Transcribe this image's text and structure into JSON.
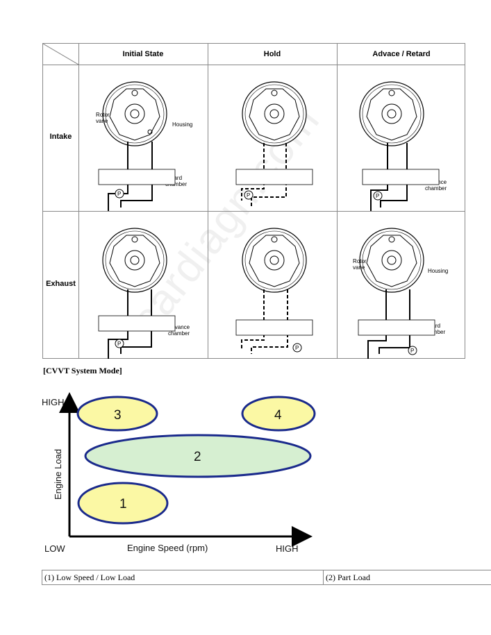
{
  "table": {
    "columns": [
      "Initial State",
      "Hold",
      "Advace / Retard"
    ],
    "rows": [
      "Intake",
      "Exhaust"
    ],
    "diagram_labels": {
      "intake_initial": [
        "Rotor",
        "vane",
        "Housing",
        "Retard",
        "chamber"
      ],
      "intake_advance": [
        "Advance",
        "chamber"
      ],
      "exhaust_initial": [
        "Advance",
        "chamber"
      ],
      "exhaust_advance": [
        "Rotor",
        "vane",
        "Housing",
        "Retard",
        "chamber"
      ],
      "pump_label": "P"
    }
  },
  "section_title": "[CVVT System Mode]",
  "mode_chart": {
    "y_high": "HIGH",
    "y_low": "LOW",
    "y_axis_label": "Engine Load",
    "x_axis_label": "Engine Speed (rpm)",
    "x_high": "HIGH",
    "regions": [
      {
        "id": "1",
        "color": "#fbf8a4"
      },
      {
        "id": "2",
        "color": "#d6efd1"
      },
      {
        "id": "3",
        "color": "#fbf8a4"
      },
      {
        "id": "4",
        "color": "#fbf8a4"
      }
    ],
    "outline_color": "#1a2a8c"
  },
  "bottom_table": {
    "cells": [
      "(1) Low Speed / Low Load",
      "(2) Part Load"
    ]
  },
  "watermark": "cardiagn.com"
}
